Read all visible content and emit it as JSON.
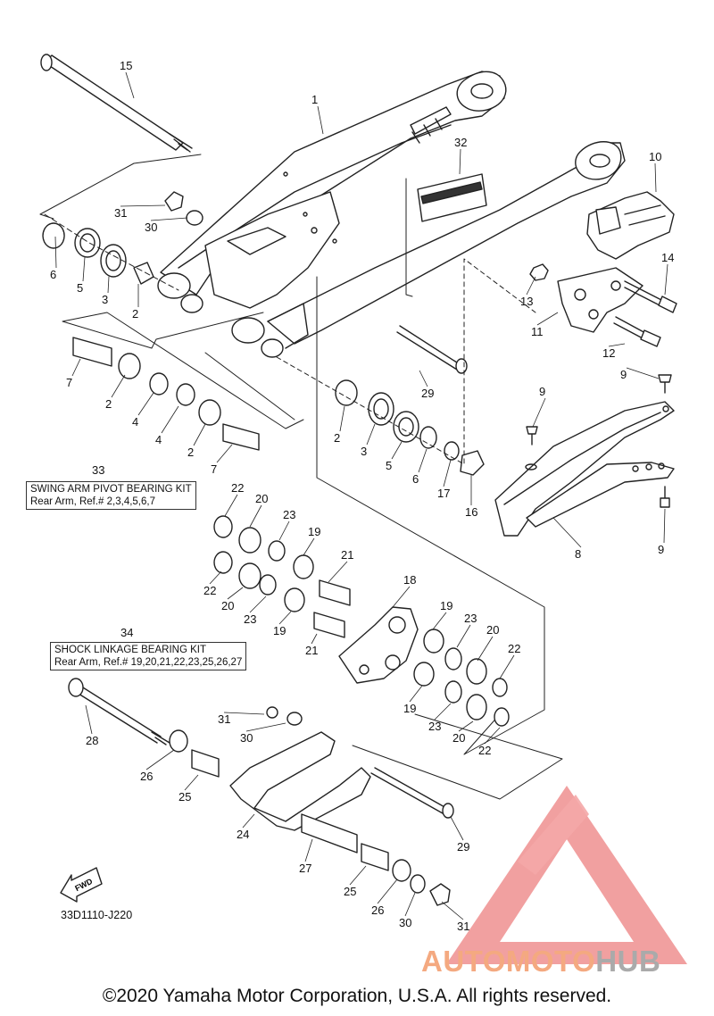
{
  "diagram_code": "33D1110-J220",
  "copyright": "©2020 Yamaha Motor Corporation, U.S.A. All rights reserved.",
  "fwd_label": "FWD",
  "kit_33": {
    "ref": "33",
    "line1": "SWING ARM PIVOT BEARING KIT",
    "line2": "Rear Arm, Ref.# 2,3,4,5,6,7"
  },
  "kit_34": {
    "ref": "34",
    "line1": "SHOCK LINKAGE BEARING KIT",
    "line2": "Rear Arm, Ref.# 19,20,21,22,23,25,26,27"
  },
  "watermark": {
    "part1": "AUTOMOTO",
    "part2": "HUB",
    "color_accent": "#f4a980",
    "color_gray": "#aaaaaa",
    "color_logo": "#ef8f8f"
  },
  "callouts": [
    "15",
    "1",
    "32",
    "10",
    "31",
    "30",
    "6",
    "5",
    "3",
    "2",
    "14",
    "13",
    "11",
    "12",
    "7",
    "2",
    "4",
    "4",
    "2",
    "7",
    "29",
    "9",
    "9",
    "2",
    "3",
    "5",
    "6",
    "17",
    "16",
    "8",
    "9",
    "22",
    "20",
    "23",
    "19",
    "21",
    "22",
    "20",
    "23",
    "19",
    "18",
    "19",
    "21",
    "23",
    "20",
    "22",
    "19",
    "23",
    "20",
    "22",
    "28",
    "31",
    "30",
    "26",
    "25",
    "24",
    "29",
    "27",
    "25",
    "26",
    "30",
    "31"
  ]
}
